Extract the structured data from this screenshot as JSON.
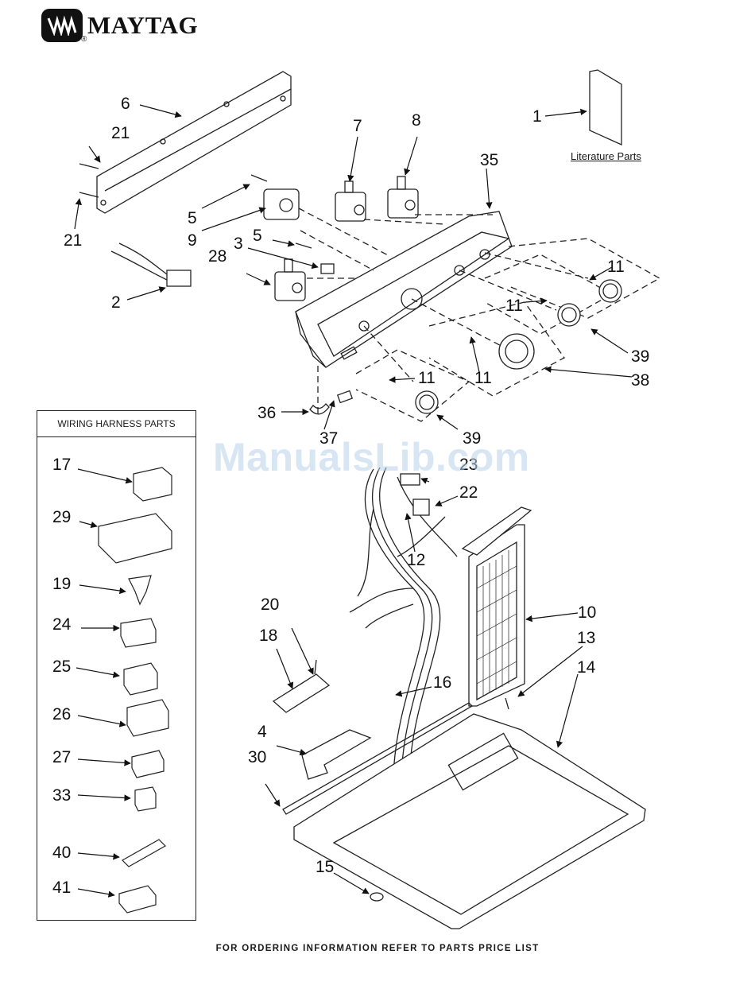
{
  "brand": {
    "name": "MAYTAG",
    "registered": "®"
  },
  "literature_label": "Literature Parts",
  "wiring_box_title": "WIRING HARNESS PARTS",
  "watermark": "ManualsLib.com",
  "footer": "FOR ORDERING INFORMATION REFER TO PARTS PRICE LIST",
  "callouts": {
    "n1": "1",
    "n2": "2",
    "n3": "3",
    "n4": "4",
    "n5a": "5",
    "n5b": "5",
    "n6": "6",
    "n7": "7",
    "n8": "8",
    "n9": "9",
    "n10": "10",
    "n11a": "11",
    "n11b": "11",
    "n11c": "11",
    "n11d": "11",
    "n12": "12",
    "n13": "13",
    "n14": "14",
    "n15": "15",
    "n16": "16",
    "n18": "18",
    "n20": "20",
    "n21a": "21",
    "n21b": "21",
    "n22": "22",
    "n23": "23",
    "n28": "28",
    "n30": "30",
    "n35": "35",
    "n36": "36",
    "n37": "37",
    "n38": "38",
    "n39a": "39",
    "n39b": "39",
    "n17": "17",
    "n29": "29",
    "n19": "19",
    "n24": "24",
    "n25": "25",
    "n26": "26",
    "n27": "27",
    "n33": "33",
    "n40": "40",
    "n41": "41"
  }
}
